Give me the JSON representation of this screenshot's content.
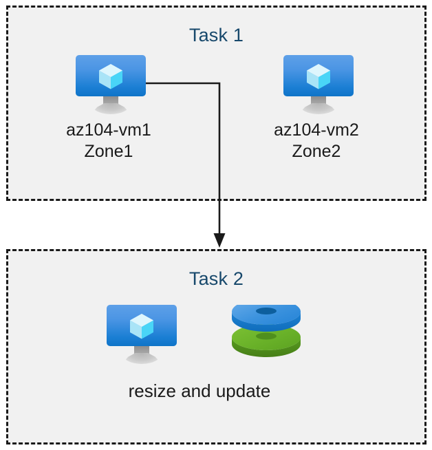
{
  "diagram": {
    "title": "Azure VM tasks diagram",
    "background_color": "#ffffff",
    "box_fill_color": "#f1f1f1",
    "box_border_color": "#1a1a1a",
    "title_color": "#17486b",
    "label_color": "#1a1a1a",
    "connector_color": "#1a1a1a"
  },
  "task1": {
    "title": "Task 1",
    "nodes": [
      {
        "icon": "virtual-machine-icon",
        "name": "az104-vm1",
        "zone": "Zone1",
        "label": "az104-vm1\nZone1"
      },
      {
        "icon": "virtual-machine-icon",
        "name": "az104-vm2",
        "zone": "Zone2",
        "label": "az104-vm2\nZone2"
      }
    ]
  },
  "task2": {
    "title": "Task 2",
    "caption": "resize and update",
    "icons": [
      {
        "icon": "virtual-machine-icon",
        "name": "virtual machine"
      },
      {
        "icon": "managed-disks-icon",
        "name": "managed disks"
      }
    ]
  },
  "connector": {
    "from": "az104-vm1",
    "to": "Task 2",
    "style": "elbow-arrow",
    "arrowhead": "down"
  },
  "colors": {
    "vm_screen_top": "#5ea0e8",
    "vm_screen_bottom": "#0f74c8",
    "vm_cube_light": "#cdf1fb",
    "vm_cube_cyan": "#49d5f7",
    "vm_stand": "#c9c9c9",
    "disk_blue_top": "#4a9ae0",
    "disk_blue_side": "#1277cc",
    "disk_blue_hole": "#0d5f9e",
    "disk_green_top": "#6cb32b",
    "disk_green_side": "#4f8f1d",
    "disk_green_hole": "#55961f"
  }
}
